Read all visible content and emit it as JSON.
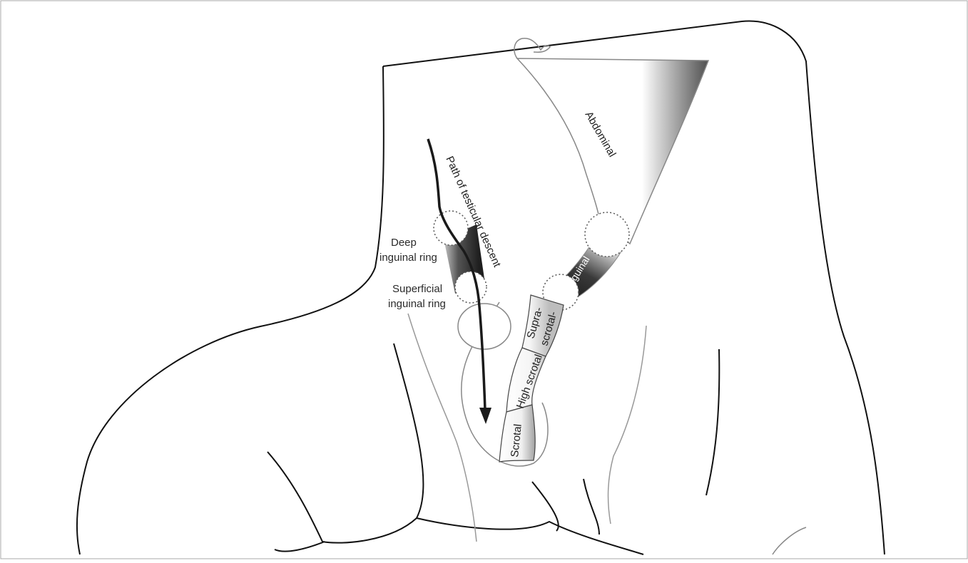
{
  "diagram": {
    "labels": {
      "path": "Path of testicular descent",
      "deep_ring": [
        "Deep",
        "inguinal ring"
      ],
      "superficial_ring": [
        "Superficial",
        "inguinal ring"
      ],
      "abdominal": "Abdominal",
      "inguinal": "Inguinal",
      "suprascrotal": [
        "Supra-",
        "scrotal-"
      ],
      "high_scrotal": "High scrotal",
      "scrotal": "Scrotal"
    },
    "colors": {
      "outline": "#111111",
      "light_outline": "#777777",
      "dark_gradient": "#1a1a1a",
      "light_gradient": "#ffffff"
    }
  }
}
